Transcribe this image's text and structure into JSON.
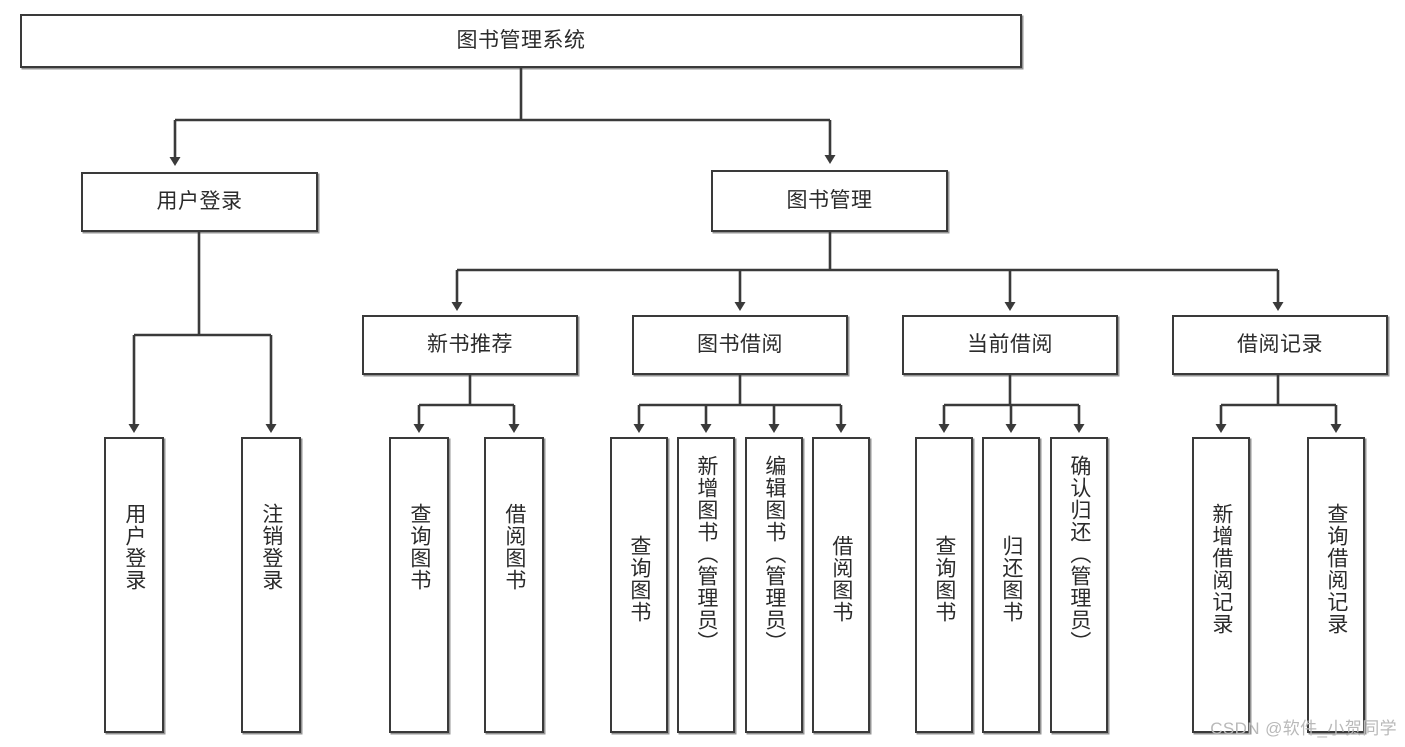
{
  "diagram": {
    "title": "图书管理系统",
    "type": "tree-hierarchy-diagram",
    "root": {
      "id": "root",
      "label": "图书管理系统"
    },
    "level2": [
      {
        "id": "user-login",
        "label": "用户登录"
      },
      {
        "id": "book-manage",
        "label": "图书管理"
      }
    ],
    "level3": [
      {
        "id": "new-book-rec",
        "label": "新书推荐"
      },
      {
        "id": "book-borrow",
        "label": "图书借阅"
      },
      {
        "id": "current-borrow",
        "label": "当前借阅"
      },
      {
        "id": "borrow-record",
        "label": "借阅记录"
      }
    ],
    "leaves": {
      "user_login": [
        {
          "id": "leaf-user-login",
          "label": "用户登录"
        },
        {
          "id": "leaf-logout",
          "label": "注销登录"
        }
      ],
      "new_book_rec": [
        {
          "id": "leaf-query-book-1",
          "label": "查询图书"
        },
        {
          "id": "leaf-borrow-book-1",
          "label": "借阅图书"
        }
      ],
      "book_borrow": [
        {
          "id": "leaf-query-book-2",
          "label": "查询图书"
        },
        {
          "id": "leaf-add-book",
          "label": "新增图书（管理员）"
        },
        {
          "id": "leaf-edit-book",
          "label": "编辑图书（管理员）"
        },
        {
          "id": "leaf-borrow-book-2",
          "label": "借阅图书"
        }
      ],
      "current_borrow": [
        {
          "id": "leaf-query-book-3",
          "label": "查询图书"
        },
        {
          "id": "leaf-return-book",
          "label": "归还图书"
        },
        {
          "id": "leaf-confirm-return",
          "label": "确认归还（管理员）"
        }
      ],
      "borrow_record": [
        {
          "id": "leaf-add-record",
          "label": "新增借阅记录"
        },
        {
          "id": "leaf-query-record",
          "label": "查询借阅记录"
        }
      ]
    },
    "colors": {
      "stroke": "#3a3a3a",
      "fill": "#ffffff",
      "text": "#2b2b2b",
      "watermark": "#b9b9b9"
    }
  },
  "watermark": {
    "text": "CSDN @软件_小贺同学"
  }
}
